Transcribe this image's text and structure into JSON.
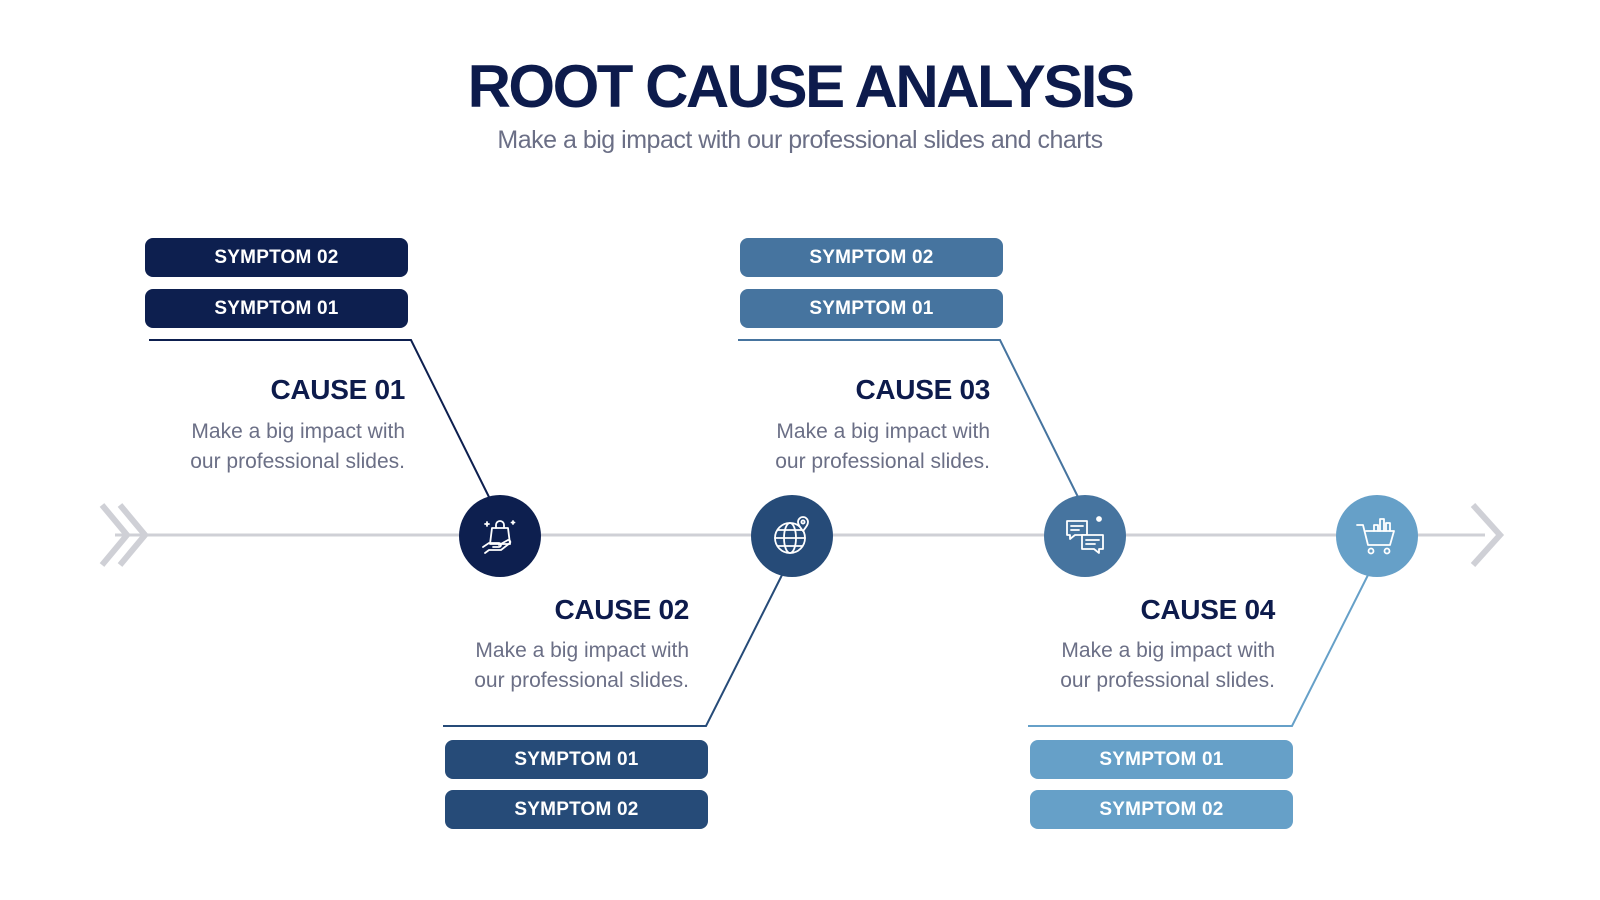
{
  "header": {
    "title": "ROOT CAUSE ANALYSIS",
    "subtitle": "Make a big impact with our professional slides and charts"
  },
  "colors": {
    "cause1": "#0d1f4f",
    "cause2": "#264b78",
    "cause3": "#46749f",
    "cause4": "#66a0c8",
    "spine": "#cfd0d6",
    "title": "#0d1b4c",
    "text": "#6b6f86"
  },
  "causes": [
    {
      "title": "CAUSE 01",
      "desc_line1": "Make a big impact with",
      "desc_line2": "our professional slides.",
      "symptom_a": "SYMPTOM 02",
      "symptom_b": "SYMPTOM 01",
      "icon": "shopping-bag-hand-icon"
    },
    {
      "title": "CAUSE 02",
      "desc_line1": "Make a big impact with",
      "desc_line2": "our professional slides.",
      "symptom_a": "SYMPTOM 01",
      "symptom_b": "SYMPTOM 02",
      "icon": "globe-location-icon"
    },
    {
      "title": "CAUSE 03",
      "desc_line1": "Make a big impact with",
      "desc_line2": "our professional slides.",
      "symptom_a": "SYMPTOM 02",
      "symptom_b": "SYMPTOM 01",
      "icon": "chat-bubbles-icon"
    },
    {
      "title": "CAUSE 04",
      "desc_line1": "Make a big impact with",
      "desc_line2": "our professional slides.",
      "symptom_a": "SYMPTOM 01",
      "symptom_b": "SYMPTOM 02",
      "icon": "shopping-cart-chart-icon"
    }
  ]
}
